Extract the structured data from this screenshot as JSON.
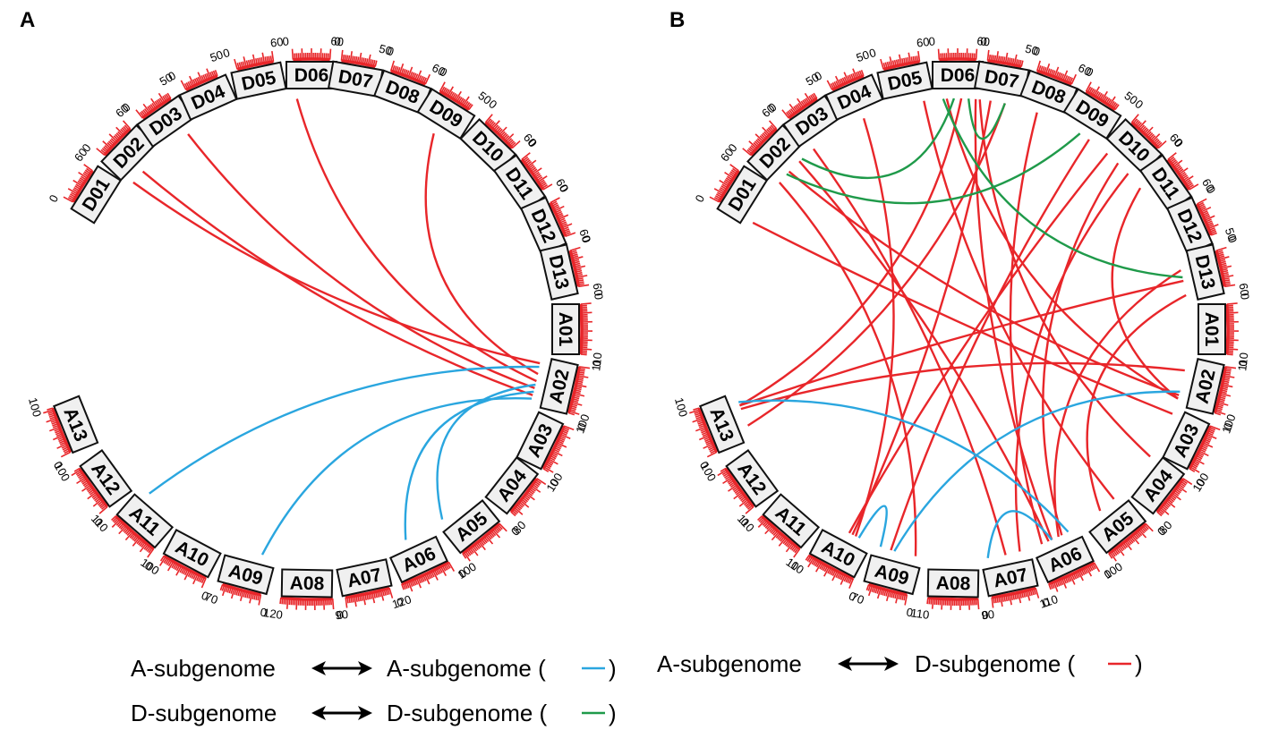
{
  "panels": [
    {
      "letter": "A",
      "chromosomes": [
        {
          "name": "D01",
          "start": "0",
          "end": "60"
        },
        {
          "name": "D02",
          "start": "0",
          "end": "60"
        },
        {
          "name": "D03",
          "start": "0",
          "end": "50"
        },
        {
          "name": "D04",
          "start": "0",
          "end": "50"
        },
        {
          "name": "D05",
          "start": "0",
          "end": "60"
        },
        {
          "name": "D06",
          "start": "0",
          "end": "60"
        },
        {
          "name": "D07",
          "start": "0",
          "end": "50"
        },
        {
          "name": "D08",
          "start": "0",
          "end": "60"
        },
        {
          "name": "D09",
          "start": "0",
          "end": "50"
        },
        {
          "name": "D10",
          "start": "0",
          "end": "60"
        },
        {
          "name": "D11",
          "start": "0",
          "end": "60"
        },
        {
          "name": "D12",
          "start": "0",
          "end": "60"
        },
        {
          "name": "D13",
          "start": "0",
          "end": "60"
        },
        {
          "name": "A01",
          "start": "0",
          "end": "110"
        },
        {
          "name": "A02",
          "start": "0",
          "end": "100"
        },
        {
          "name": "A03",
          "start": "0",
          "end": "100"
        },
        {
          "name": "A04",
          "start": "0",
          "end": "80"
        },
        {
          "name": "A05",
          "start": "0",
          "end": "100"
        },
        {
          "name": "A06",
          "start": "0",
          "end": "120"
        },
        {
          "name": "A07",
          "start": "0",
          "end": "90"
        },
        {
          "name": "A08",
          "start": "0",
          "end": "120"
        },
        {
          "name": "A09",
          "start": "0",
          "end": "70"
        },
        {
          "name": "A10",
          "start": "0",
          "end": "100"
        },
        {
          "name": "A11",
          "start": "0",
          "end": "110"
        },
        {
          "name": "A12",
          "start": "0",
          "end": "100"
        },
        {
          "name": "A13",
          "start": "0",
          "end": "100"
        }
      ],
      "links": [
        {
          "from": "D02",
          "to": "A02",
          "type": "AD"
        },
        {
          "from": "D02",
          "to": "A02",
          "type": "AD"
        },
        {
          "from": "D03",
          "to": "A02",
          "type": "AD"
        },
        {
          "from": "D06",
          "to": "A02",
          "type": "AD"
        },
        {
          "from": "D09",
          "to": "A02",
          "type": "AD"
        },
        {
          "from": "A11",
          "to": "A02",
          "type": "AA"
        },
        {
          "from": "A09",
          "to": "A02",
          "type": "AA"
        },
        {
          "from": "A06",
          "to": "A02",
          "type": "AA"
        },
        {
          "from": "A05",
          "to": "A02",
          "type": "AA"
        }
      ],
      "legend": [
        {
          "left": "A-subgenome",
          "right": "A-subgenome (",
          "close": ")",
          "color": "#2aa6df"
        },
        {
          "left": "D-subgenome",
          "right": "D-subgenome (",
          "close": ")",
          "color": "#1f9a4a"
        }
      ]
    },
    {
      "letter": "B",
      "chromosomes": [
        {
          "name": "D01",
          "start": "0",
          "end": "60"
        },
        {
          "name": "D02",
          "start": "0",
          "end": "60"
        },
        {
          "name": "D03",
          "start": "0",
          "end": "50"
        },
        {
          "name": "D04",
          "start": "0",
          "end": "50"
        },
        {
          "name": "D05",
          "start": "0",
          "end": "60"
        },
        {
          "name": "D06",
          "start": "0",
          "end": "60"
        },
        {
          "name": "D07",
          "start": "0",
          "end": "50"
        },
        {
          "name": "D08",
          "start": "0",
          "end": "60"
        },
        {
          "name": "D09",
          "start": "0",
          "end": "50"
        },
        {
          "name": "D10",
          "start": "0",
          "end": "60"
        },
        {
          "name": "D11",
          "start": "0",
          "end": "60"
        },
        {
          "name": "D12",
          "start": "0",
          "end": "50"
        },
        {
          "name": "D13",
          "start": "0",
          "end": "60"
        },
        {
          "name": "A01",
          "start": "0",
          "end": "110"
        },
        {
          "name": "A02",
          "start": "0",
          "end": "100"
        },
        {
          "name": "A03",
          "start": "0",
          "end": "100"
        },
        {
          "name": "A04",
          "start": "0",
          "end": "80"
        },
        {
          "name": "A05",
          "start": "0",
          "end": "100"
        },
        {
          "name": "A06",
          "start": "0",
          "end": "110"
        },
        {
          "name": "A07",
          "start": "0",
          "end": "90"
        },
        {
          "name": "A08",
          "start": "0",
          "end": "110"
        },
        {
          "name": "A09",
          "start": "0",
          "end": "70"
        },
        {
          "name": "A10",
          "start": "0",
          "end": "110"
        },
        {
          "name": "A11",
          "start": "0",
          "end": "110"
        },
        {
          "name": "A12",
          "start": "0",
          "end": "100"
        },
        {
          "name": "A13",
          "start": "0",
          "end": "100"
        }
      ],
      "links": [
        {
          "from": "D02",
          "to": "A09",
          "type": "AD"
        },
        {
          "from": "D02",
          "to": "A02",
          "type": "AD"
        },
        {
          "from": "D02",
          "to": "A06",
          "type": "AD"
        },
        {
          "from": "D03",
          "to": "A07",
          "type": "AD"
        },
        {
          "from": "D04",
          "to": "A10",
          "type": "AD"
        },
        {
          "from": "D05",
          "to": "A05",
          "type": "AD"
        },
        {
          "from": "D06",
          "to": "A02",
          "type": "AD"
        },
        {
          "from": "D06",
          "to": "A13",
          "type": "AD"
        },
        {
          "from": "D06",
          "to": "A06",
          "type": "AD"
        },
        {
          "from": "D07",
          "to": "A10",
          "type": "AD"
        },
        {
          "from": "D07",
          "to": "A13",
          "type": "AD"
        },
        {
          "from": "D07",
          "to": "A04",
          "type": "AD"
        },
        {
          "from": "D08",
          "to": "A06",
          "type": "AD"
        },
        {
          "from": "D09",
          "to": "A09",
          "type": "AD"
        },
        {
          "from": "D10",
          "to": "A10",
          "type": "AD"
        },
        {
          "from": "D10",
          "to": "A06",
          "type": "AD"
        },
        {
          "from": "D10",
          "to": "A07",
          "type": "AD"
        },
        {
          "from": "D11",
          "to": "A02",
          "type": "AD"
        },
        {
          "from": "D13",
          "to": "A13",
          "type": "AD"
        },
        {
          "from": "D13",
          "to": "A05",
          "type": "AD"
        },
        {
          "from": "D13",
          "to": "A06",
          "type": "AD"
        },
        {
          "from": "A13",
          "to": "A02",
          "type": "AD"
        },
        {
          "from": "D01",
          "to": "A03",
          "type": "AD"
        },
        {
          "from": "D06",
          "to": "D02",
          "type": "DD"
        },
        {
          "from": "D06",
          "to": "D07",
          "type": "DD"
        },
        {
          "from": "D06",
          "to": "D13",
          "type": "DD"
        },
        {
          "from": "D09",
          "to": "D02",
          "type": "DD"
        },
        {
          "from": "A13",
          "to": "A06",
          "type": "AA"
        },
        {
          "from": "A10",
          "to": "A09",
          "type": "AA"
        },
        {
          "from": "A09",
          "to": "A02",
          "type": "AA"
        },
        {
          "from": "A07",
          "to": "A06",
          "type": "AA"
        }
      ],
      "legend": [
        {
          "left": "A-subgenome",
          "right": "D-subgenome (",
          "close": ")",
          "color": "#e8262a"
        }
      ]
    }
  ],
  "colors": {
    "AD": "#e8262a",
    "AA": "#2aa6df",
    "DD": "#1f9a4a",
    "tick": "#e8262a",
    "box_fill": "#f0f0f0",
    "box_stroke": "#111111"
  },
  "icons": {
    "legend_arrow": "double-headed-arrow-icon"
  }
}
